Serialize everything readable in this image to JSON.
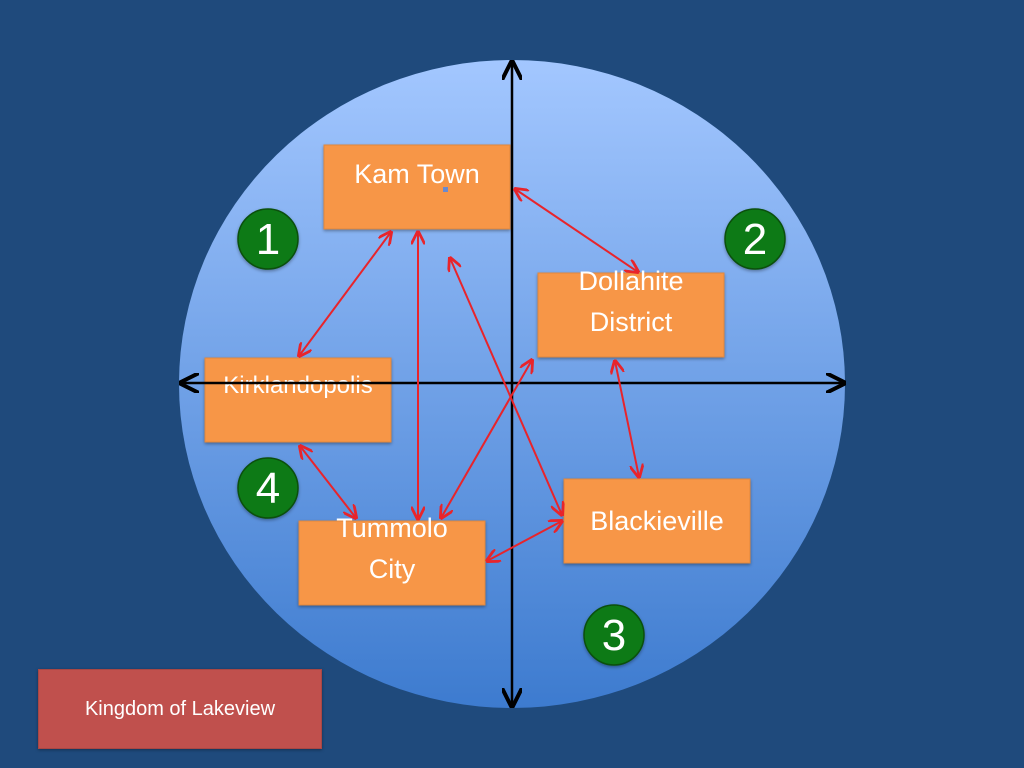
{
  "kingdom": {
    "label": "Kingdom of Lakeview"
  },
  "quadrants": [
    {
      "number": "1"
    },
    {
      "number": "2"
    },
    {
      "number": "3"
    },
    {
      "number": "4"
    }
  ],
  "cities": {
    "kam_town": {
      "lines": [
        "Kam Town"
      ]
    },
    "dollahite_district": {
      "lines": [
        "Dollahite",
        "District"
      ]
    },
    "kirklandopolis": {
      "lines": [
        "Kirklandopolis"
      ]
    },
    "blackieville": {
      "lines": [
        "Blackieville"
      ]
    },
    "tummolo_city": {
      "lines": [
        "Tummolo",
        "City"
      ]
    }
  },
  "connections": [
    {
      "from": "Kam Town",
      "to": "Dollahite District"
    },
    {
      "from": "Kam Town",
      "to": "Kirklandopolis"
    },
    {
      "from": "Kam Town",
      "to": "Tummolo City"
    },
    {
      "from": "Kam Town",
      "to": "Blackieville"
    },
    {
      "from": "Dollahite District",
      "to": "Blackieville"
    },
    {
      "from": "Dollahite District",
      "to": "Tummolo City"
    },
    {
      "from": "Kirklandopolis",
      "to": "Tummolo City"
    },
    {
      "from": "Tummolo City",
      "to": "Blackieville"
    }
  ],
  "colors": {
    "background": "#1f4a7c",
    "circle_top": "#9ec3ff",
    "circle_bottom": "#3f7ed0",
    "city_box": "#f79646",
    "arrow": "#e8242b",
    "axis": "#000000",
    "quadrant_badge": "#0a7a14",
    "kingdom_box": "#c0504d"
  }
}
